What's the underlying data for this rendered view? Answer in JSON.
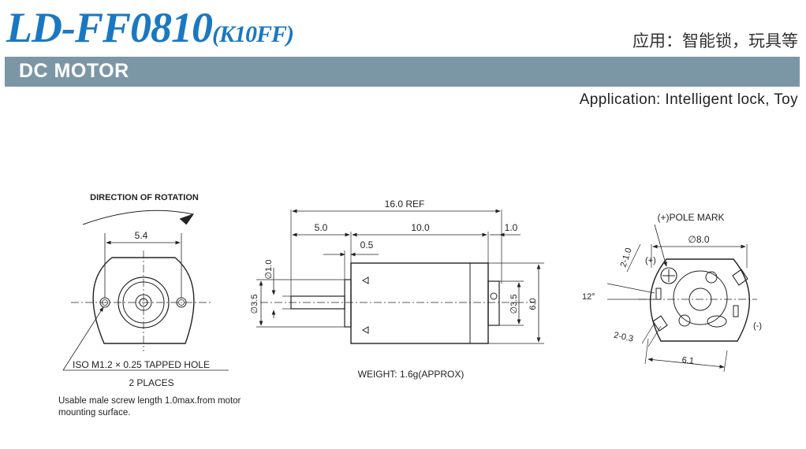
{
  "header": {
    "model_main": "LD-FF0810",
    "model_suffix": "(K10FF)",
    "application_cn": "应用：智能锁，玩具等",
    "category": "DC MOTOR",
    "application_en": "Application: Intelligent lock, Toy"
  },
  "front_view": {
    "rotation_label": "DIRECTION OF ROTATION",
    "dim_width": "5.4",
    "hole_callout": "ISO M1.2 × 0.25 TAPPED HOLE",
    "places": "2 PLACES",
    "note": "Usable male screw length 1.0max.from motor mounting surface."
  },
  "side_view": {
    "dim_total": "16.0 REF",
    "dim_shaft": "5.0",
    "dim_body": "10.0",
    "dim_cap": "1.0",
    "dim_offset": "0.5",
    "dim_shaft_dia": "∅1.0",
    "dim_boss_dia": "∅3.5",
    "dim_boss_dia_rear": "∅3.5",
    "dim_height": "6.0",
    "weight": "WEIGHT: 1.6g(APPROX)"
  },
  "rear_view": {
    "pole_mark": "(+)POLE MARK",
    "dim_dia": "∅8.0",
    "dim_terminal": "2-1.0",
    "dim_angle": "12°",
    "dim_slot": "2-0.3",
    "dim_span": "6.1",
    "plus_label": "(+)",
    "minus_label": "(-)"
  },
  "colors": {
    "title": "#1a78c2",
    "band": "#7b97a6",
    "line": "#222222"
  }
}
